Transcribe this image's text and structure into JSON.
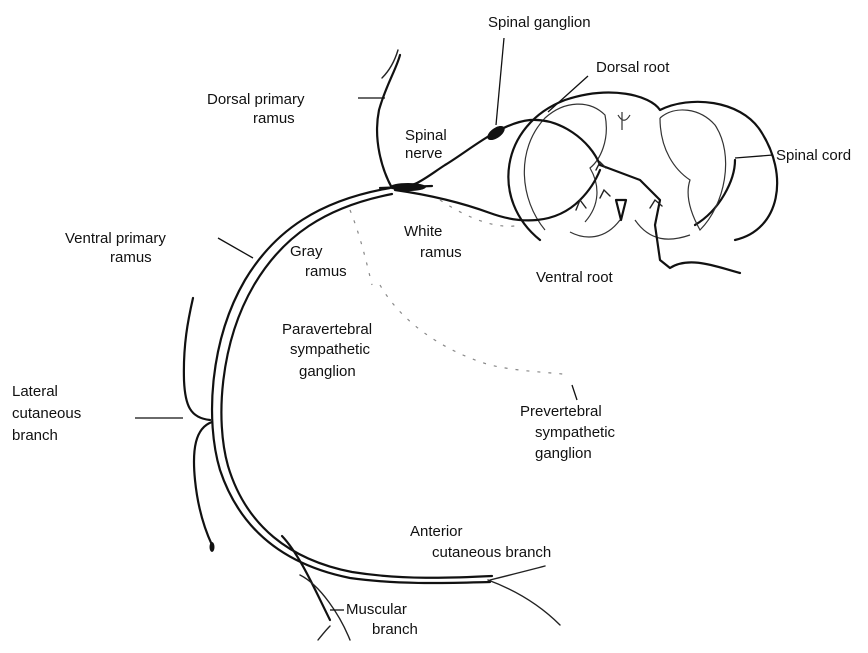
{
  "labels": {
    "spinal_ganglion": "Spinal ganglion",
    "dorsal_root": "Dorsal root",
    "dorsal_primary_ramus_1": "Dorsal primary",
    "dorsal_primary_ramus_2": "ramus",
    "spinal_nerve_1": "Spinal",
    "spinal_nerve_2": "nerve",
    "spinal_cord": "Spinal cord",
    "white_ramus_1": "White",
    "white_ramus_2": "ramus",
    "ventral_primary_ramus_1": "Ventral primary",
    "ventral_primary_ramus_2": "ramus",
    "gray_ramus_1": "Gray",
    "gray_ramus_2": "ramus",
    "ventral_root": "Ventral root",
    "paravertebral_1": "Paravertebral",
    "paravertebral_2": "sympathetic",
    "paravertebral_3": "ganglion",
    "lateral_cutaneous_1": "Lateral",
    "lateral_cutaneous_2": "cutaneous",
    "lateral_cutaneous_3": "branch",
    "prevertebral_1": "Prevertebral",
    "prevertebral_2": "sympathetic",
    "prevertebral_3": "ganglion",
    "anterior_cutaneous_1": "Anterior",
    "anterior_cutaneous_2": "cutaneous branch",
    "muscular_1": "Muscular",
    "muscular_2": "branch"
  }
}
